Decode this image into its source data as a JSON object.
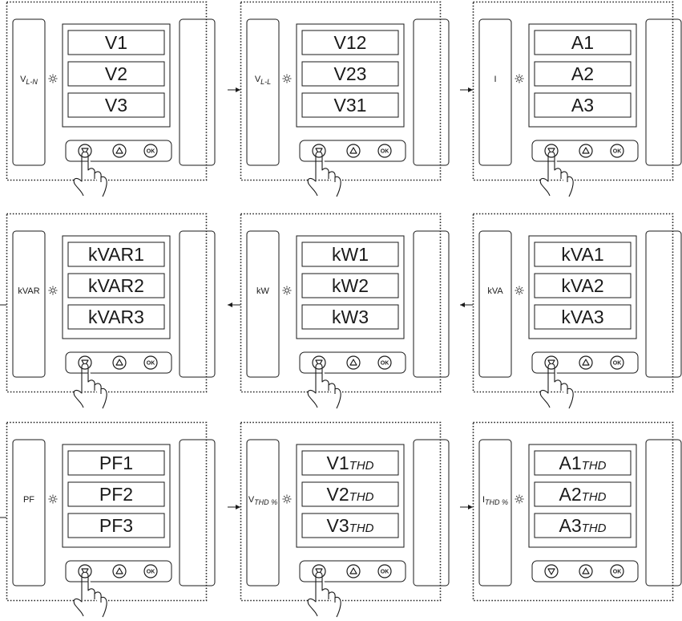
{
  "panels": [
    {
      "label": "V",
      "label_sub": "L-N",
      "values": [
        {
          "text": "V1",
          "suffix": ""
        },
        {
          "text": "V2",
          "suffix": ""
        },
        {
          "text": "V3",
          "suffix": ""
        }
      ],
      "hand": true
    },
    {
      "label": "V",
      "label_sub": "L-L",
      "values": [
        {
          "text": "V12",
          "suffix": ""
        },
        {
          "text": "V23",
          "suffix": ""
        },
        {
          "text": "V31",
          "suffix": ""
        }
      ],
      "hand": true
    },
    {
      "label": "I",
      "label_sub": "",
      "values": [
        {
          "text": "A1",
          "suffix": ""
        },
        {
          "text": "A2",
          "suffix": ""
        },
        {
          "text": "A3",
          "suffix": ""
        }
      ],
      "hand": true
    },
    {
      "label": "kVAR",
      "label_sub": "",
      "values": [
        {
          "text": "kVAR1",
          "suffix": ""
        },
        {
          "text": "kVAR2",
          "suffix": ""
        },
        {
          "text": "kVAR3",
          "suffix": ""
        }
      ],
      "hand": true
    },
    {
      "label": "kW",
      "label_sub": "",
      "values": [
        {
          "text": "kW1",
          "suffix": ""
        },
        {
          "text": "kW2",
          "suffix": ""
        },
        {
          "text": "kW3",
          "suffix": ""
        }
      ],
      "hand": true
    },
    {
      "label": "kVA",
      "label_sub": "",
      "values": [
        {
          "text": "kVA1",
          "suffix": ""
        },
        {
          "text": "kVA2",
          "suffix": ""
        },
        {
          "text": "kVA3",
          "suffix": ""
        }
      ],
      "hand": true
    },
    {
      "label": "PF",
      "label_sub": "",
      "values": [
        {
          "text": "PF1",
          "suffix": ""
        },
        {
          "text": "PF2",
          "suffix": ""
        },
        {
          "text": "PF3",
          "suffix": ""
        }
      ],
      "hand": true
    },
    {
      "label": "V",
      "label_sub": "THD %",
      "values": [
        {
          "text": "V1",
          "suffix": "THD"
        },
        {
          "text": "V2",
          "suffix": "THD"
        },
        {
          "text": "V3",
          "suffix": "THD"
        }
      ],
      "hand": true
    },
    {
      "label": "I",
      "label_sub": "THD %",
      "values": [
        {
          "text": "A1",
          "suffix": "THD"
        },
        {
          "text": "A2",
          "suffix": "THD"
        },
        {
          "text": "A3",
          "suffix": "THD"
        }
      ],
      "hand": false
    }
  ],
  "buttons": {
    "down_icon": "down-arrow-icon",
    "up_icon": "up-arrow-icon",
    "ok_label": "OK"
  },
  "colors": {
    "line": "#1a1a1a",
    "background": "#ffffff"
  }
}
